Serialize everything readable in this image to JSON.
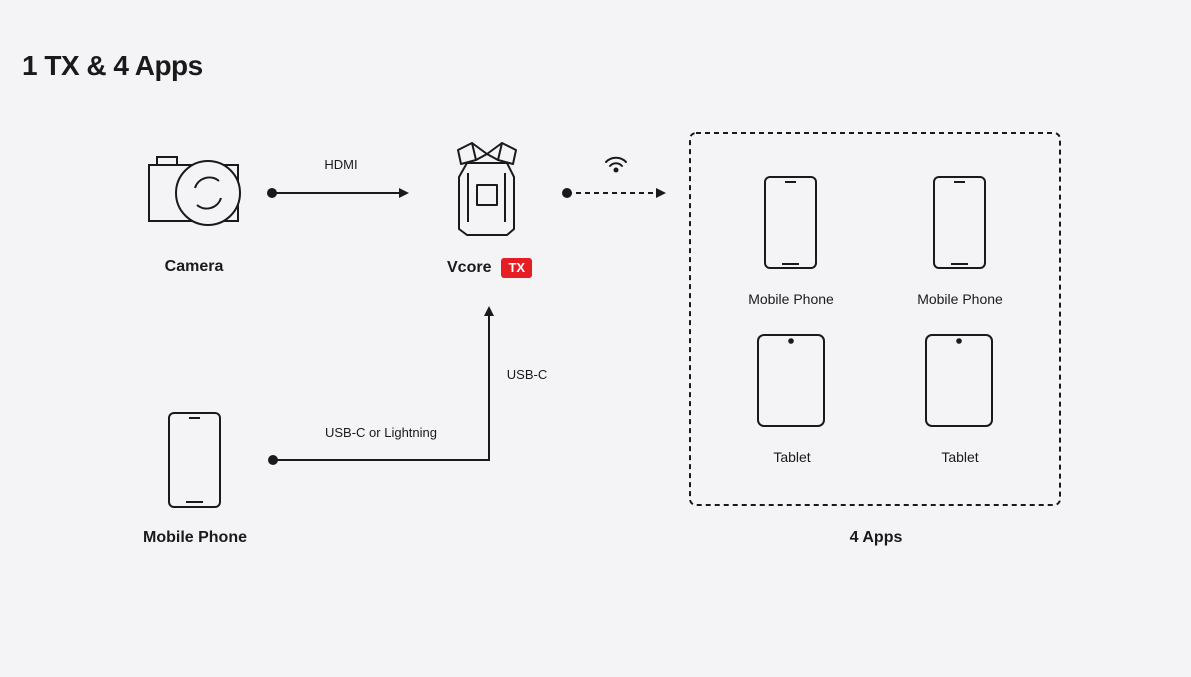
{
  "title": "1 TX & 4 Apps",
  "nodes": {
    "camera": "Camera",
    "vcore": "Vcore",
    "vcore_badge": "TX",
    "phone_source": "Mobile Phone",
    "apps_group": "4 Apps"
  },
  "connections": {
    "hdmi": "HDMI",
    "usbc": "USB-C",
    "usbc_lightning": "USB-C or Lightning"
  },
  "apps": [
    {
      "label": "Mobile Phone",
      "icon": "phone-icon"
    },
    {
      "label": "Mobile Phone",
      "icon": "phone-icon"
    },
    {
      "label": "Tablet",
      "icon": "tablet-icon"
    },
    {
      "label": "Tablet",
      "icon": "tablet-icon"
    }
  ],
  "colors": {
    "background": "#f4f4f6",
    "line": "#1a1a1a",
    "badge": "#e61e24"
  }
}
